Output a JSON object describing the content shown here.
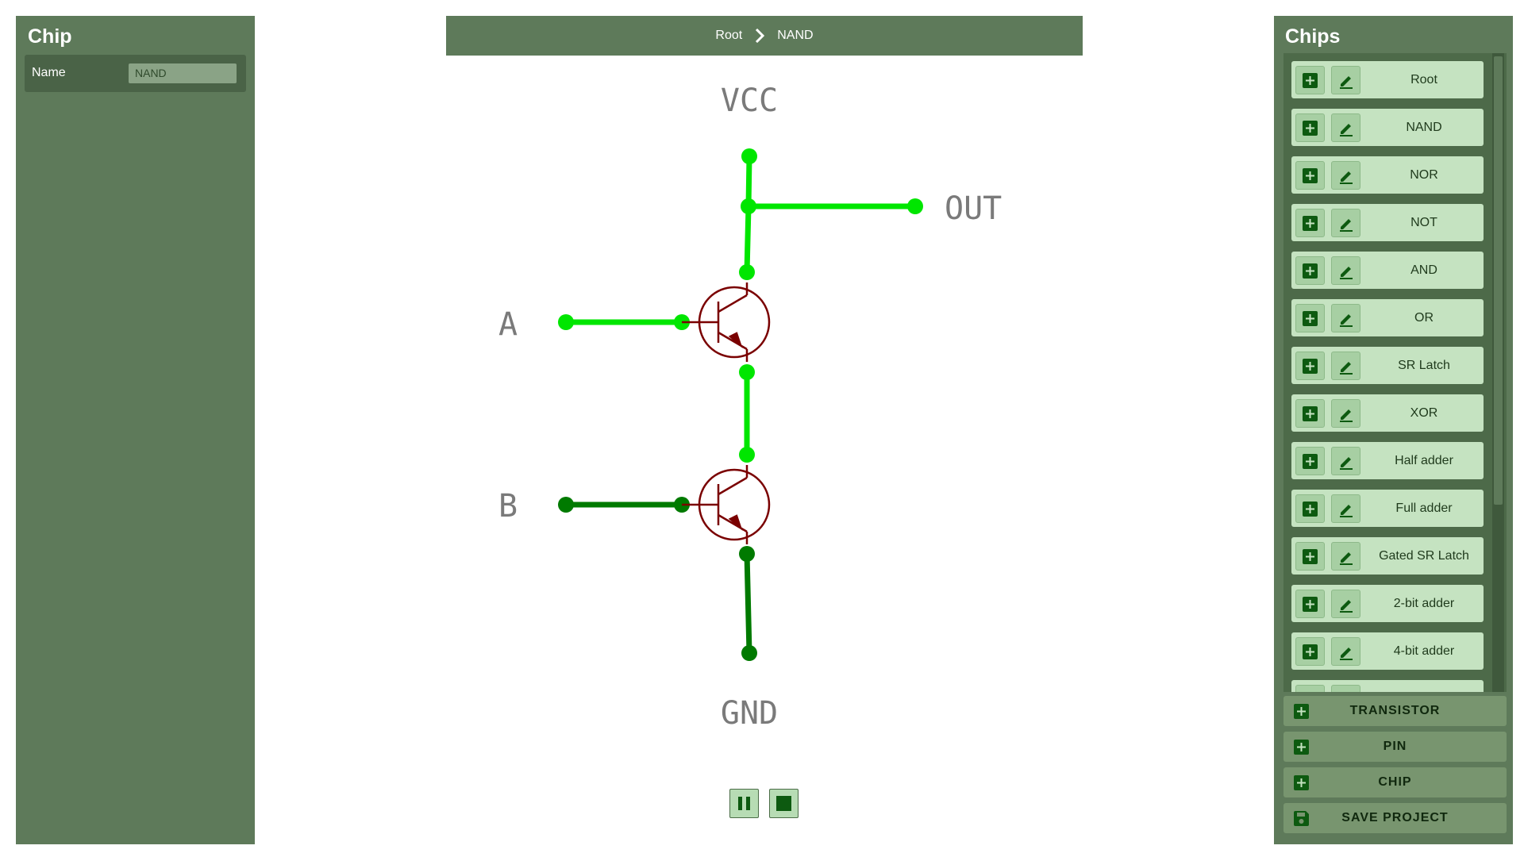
{
  "chip_panel": {
    "title": "Chip",
    "name_label": "Name",
    "name_value": "NAND"
  },
  "breadcrumb": {
    "items": [
      "Root",
      "NAND"
    ]
  },
  "circuit": {
    "labels": {
      "vcc": "VCC",
      "out": "OUT",
      "a": "A",
      "b": "B",
      "gnd": "GND"
    },
    "colors": {
      "wire_on": "#00e600",
      "wire_off": "#007a00",
      "transistor": "#7a0000",
      "label": "#7a7a7a"
    }
  },
  "controls": {
    "pause_icon": "pause-icon",
    "stop_icon": "stop-icon"
  },
  "chips_panel": {
    "title": "Chips",
    "items": [
      {
        "label": "Root"
      },
      {
        "label": "NAND"
      },
      {
        "label": "NOR"
      },
      {
        "label": "NOT"
      },
      {
        "label": "AND"
      },
      {
        "label": "OR"
      },
      {
        "label": "SR Latch"
      },
      {
        "label": "XOR"
      },
      {
        "label": "Half adder"
      },
      {
        "label": "Full adder"
      },
      {
        "label": "Gated SR Latch"
      },
      {
        "label": "2-bit adder"
      },
      {
        "label": "4-bit adder"
      },
      {
        "label": ""
      }
    ],
    "actions": {
      "transistor": "TRANSISTOR",
      "pin": "PIN",
      "chip": "CHIP",
      "save": "SAVE PROJECT"
    }
  },
  "theme": {
    "panel": "#5e7a5a",
    "accent_dark": "#0d5a10",
    "chip_item_bg": "#c5e3c1"
  }
}
